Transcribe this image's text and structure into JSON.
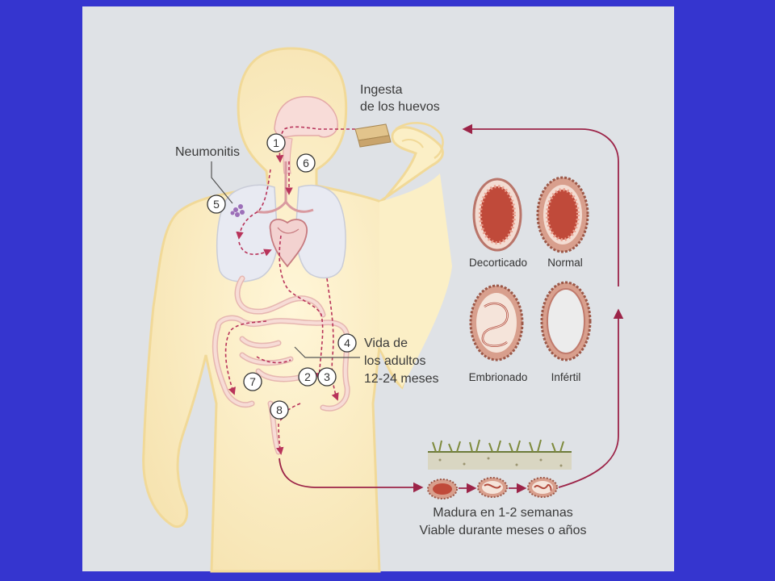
{
  "labels": {
    "ingesta_line1": "Ingesta",
    "ingesta_line2": "de los huevos",
    "neumonitis": "Neumonitis",
    "vida_line1": "Vida de",
    "vida_line2": "los adultos",
    "vida_line3": "12-24 meses",
    "madura_line1": "Madura en 1-2 semanas",
    "madura_line2": "Viable durante meses o años"
  },
  "eggs": [
    {
      "name": "Decorticado"
    },
    {
      "name": "Normal"
    },
    {
      "name": "Embrionado"
    },
    {
      "name": "Infértil"
    }
  ],
  "steps": [
    "1",
    "2",
    "3",
    "4",
    "5",
    "6",
    "7",
    "8"
  ],
  "colors": {
    "background": "#3535cf",
    "panel": "#dfe2e6",
    "body": "#fbefc6",
    "arrow": "#b8335a"
  }
}
